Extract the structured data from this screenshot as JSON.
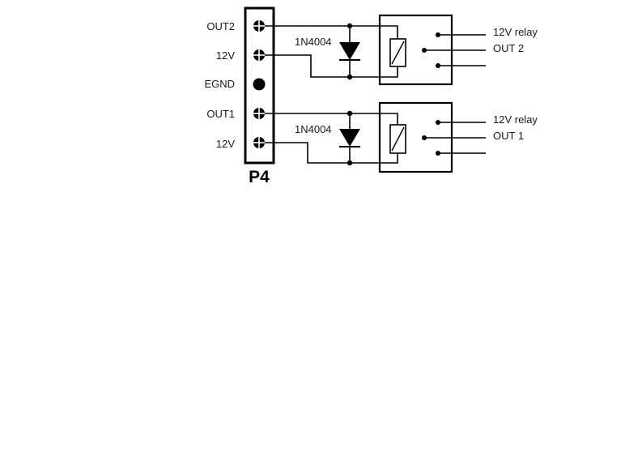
{
  "connector": {
    "name": "P4",
    "pins": [
      {
        "label": "OUT2",
        "type": "screw"
      },
      {
        "label": "12V",
        "type": "screw"
      },
      {
        "label": "EGND",
        "type": "dot"
      },
      {
        "label": "OUT1",
        "type": "screw"
      },
      {
        "label": "12V",
        "type": "screw"
      }
    ]
  },
  "channels": [
    {
      "diode": "1N4004",
      "relay_label": "12V relay",
      "output_label": "OUT 2"
    },
    {
      "diode": "1N4004",
      "relay_label": "12V relay",
      "output_label": "OUT 1"
    }
  ],
  "icons": {
    "screw_terminal": "screw-terminal-icon",
    "dot_terminal": "ground-terminal-icon",
    "diode": "diode-icon",
    "relay_coil": "relay-coil-icon",
    "contact": "contact-dot-icon"
  },
  "colors": {
    "line": "#000000",
    "text": "#1a1a1a",
    "background": "#ffffff"
  }
}
